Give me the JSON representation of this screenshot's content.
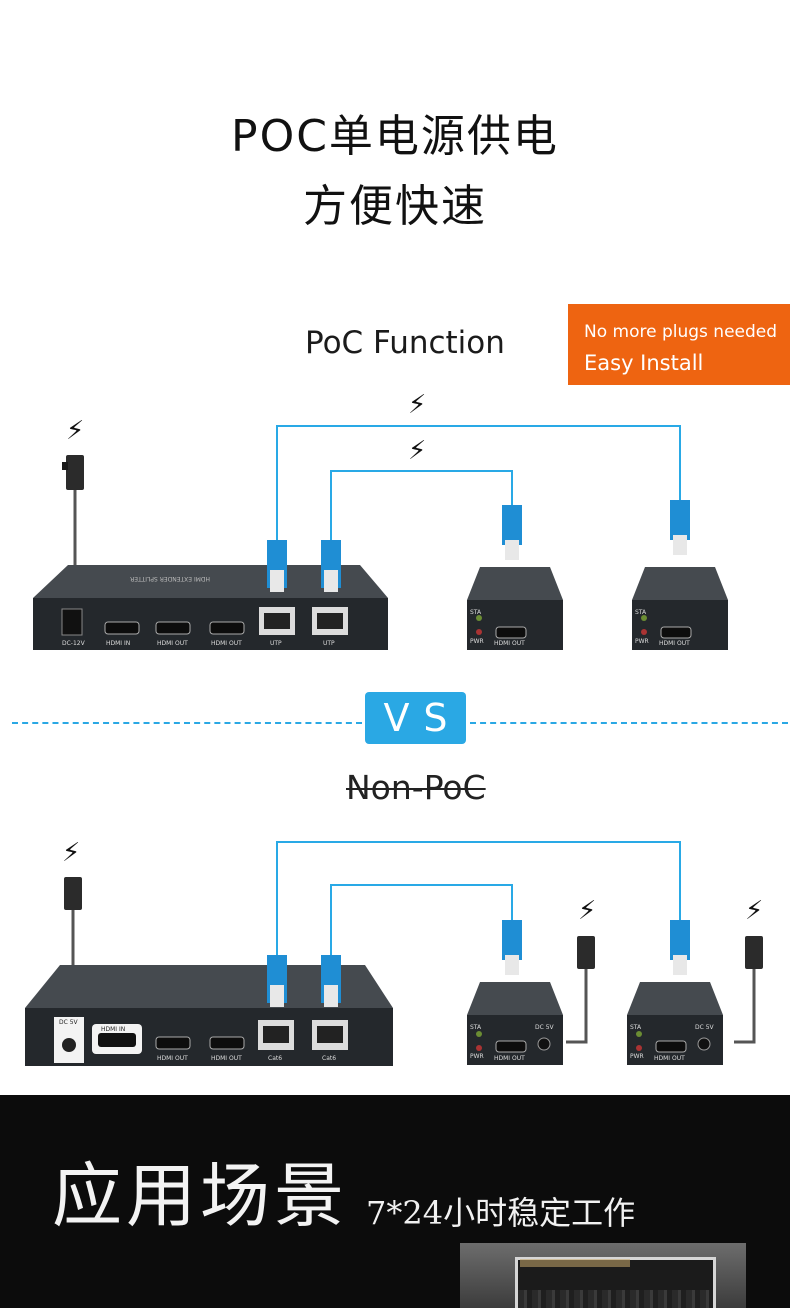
{
  "hero": {
    "line1": "POC单电源供电",
    "line2": "方便快速"
  },
  "poc_section": {
    "label": "PoC Function",
    "badge_line1": "No more plugs needed",
    "badge_line2": "Easy Install",
    "bolt_icon": "⚡",
    "splitter_ports": [
      "DC-12V",
      "HDMI IN",
      "HDMI OUT",
      "HDMI OUT",
      "UTP",
      "UTP"
    ],
    "splitter_top_label": "HDMI EXTENDER SPLITTER",
    "receiver_labels": [
      "STA",
      "PWR",
      "HDMI OUT"
    ]
  },
  "vs": {
    "label": "VS"
  },
  "nonpoc_section": {
    "label": "Non-PoC",
    "splitter_ports": [
      "DC 5V",
      "HDMI IN",
      "HDMI OUT",
      "HDMI OUT",
      "Cat6",
      "Cat6"
    ],
    "receiver_labels": [
      "STA",
      "PWR",
      "HDMI OUT",
      "DC 5V"
    ]
  },
  "apply": {
    "title": "应用场景",
    "subtitle": "7*24小时稳定工作"
  },
  "colors": {
    "accent_blue": "#2aa8e4",
    "orange": "#ee6411",
    "device": "#2b2f33",
    "cable_blue": "#29a9e6"
  }
}
